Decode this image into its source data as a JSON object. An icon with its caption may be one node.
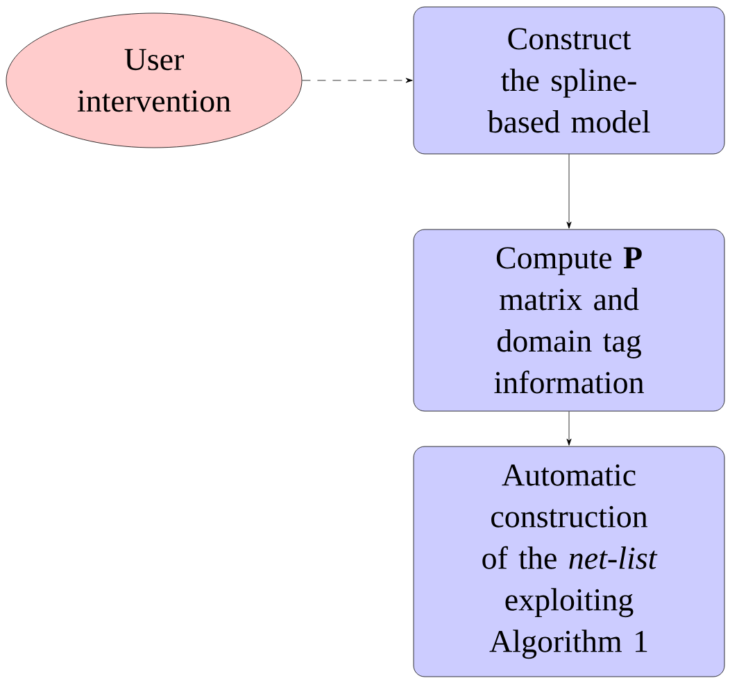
{
  "diagram": {
    "nodes": [
      {
        "text": [
          "User intervention"
        ]
      },
      {
        "text": [
          "Construct the spline-based model"
        ]
      },
      {
        "text": [
          "Compute **P** matrix and domain tag information"
        ]
      },
      {
        "text": [
          "Automatic construction of the *net-list* exploiting Algorithm 1"
        ]
      }
    ],
    "edges": [
      {
        "from": 0,
        "to": 1,
        "arrow": "to",
        "style": "dashed"
      },
      {
        "from": 1,
        "to": 2,
        "arrow": "to"
      },
      {
        "from": 2,
        "to": 3,
        "arrow": "to"
      }
    ]
  }
}
